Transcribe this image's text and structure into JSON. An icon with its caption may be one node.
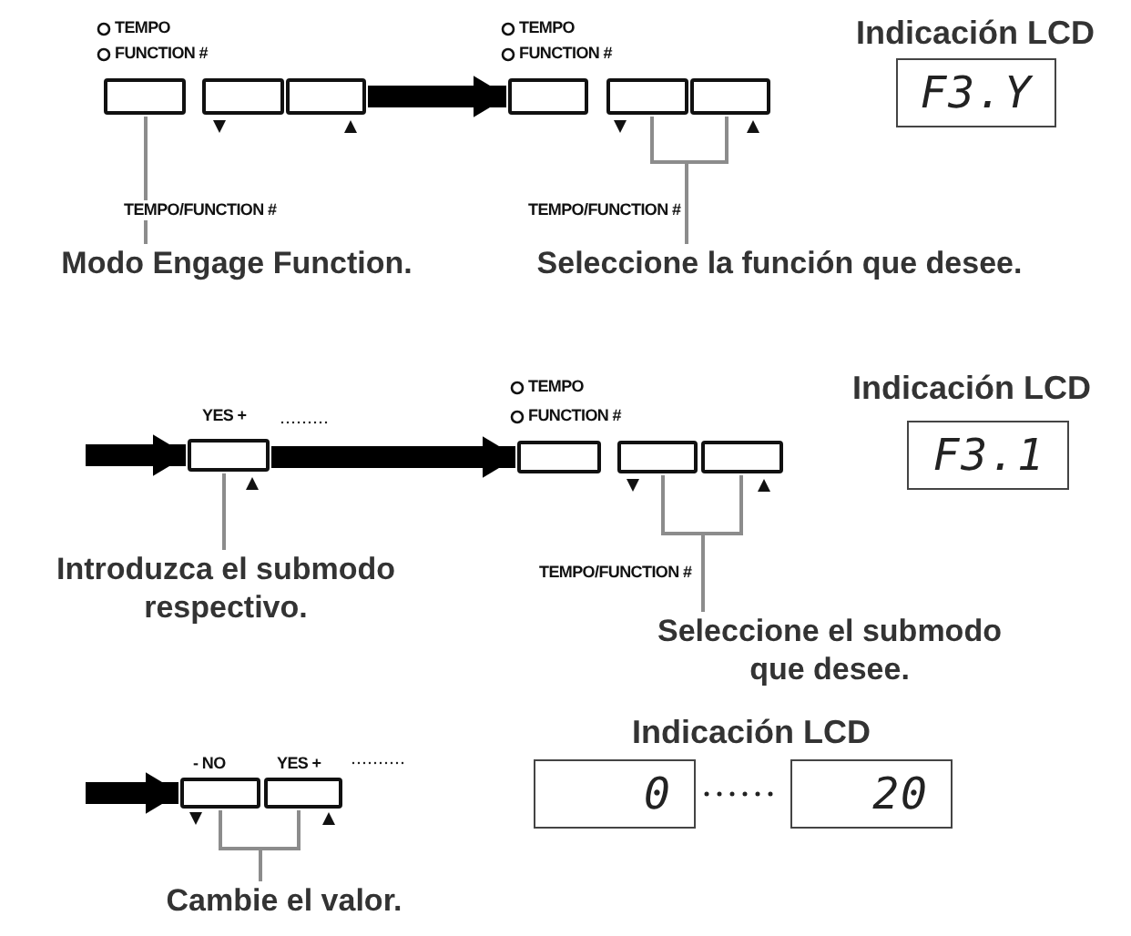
{
  "diagram": {
    "nodes": [
      {
        "text": [],
        "shape": "box"
      },
      {
        "text": [],
        "shape": "box"
      },
      {
        "text": [],
        "shape": "box"
      },
      {
        "text": [],
        "shape": "box"
      },
      {
        "text": [],
        "shape": "box"
      },
      {
        "text": [],
        "shape": "box"
      },
      {
        "text": [
          "F3.Y"
        ]
      },
      {
        "text": [
          "Modo Engage Function."
        ]
      },
      {
        "text": [
          "Seleccione la función que desee."
        ]
      },
      {
        "text": [],
        "shape": "box"
      },
      {
        "text": [],
        "shape": "box"
      },
      {
        "text": [],
        "shape": "box"
      },
      {
        "text": [],
        "shape": "box"
      },
      {
        "text": [
          "F3.1"
        ]
      },
      {
        "text": [
          "Introduzca el submodo respectivo."
        ]
      },
      {
        "text": [
          "Seleccione el submodo que desee."
        ]
      },
      {
        "text": [],
        "shape": "box"
      },
      {
        "text": [],
        "shape": "box"
      },
      {
        "text": [
          "0"
        ]
      },
      {
        "text": [
          "20"
        ]
      },
      {
        "text": [
          "Cambie el valor."
        ]
      }
    ],
    "edges": [
      {
        "from": 2,
        "to": 3,
        "arrow": "to",
        "style": "thick",
        "color": "#000000"
      },
      {
        "from": 7,
        "to": 0,
        "arrow": "none"
      },
      {
        "from": 8,
        "to": 4,
        "arrow": "none"
      },
      {
        "from": 8,
        "to": 5,
        "arrow": "none"
      },
      {
        "from": null,
        "to": 9,
        "arrow": "to",
        "style": "thick",
        "color": "#000000"
      },
      {
        "from": 9,
        "to": 10,
        "arrow": "to",
        "style": "thick",
        "color": "#000000"
      },
      {
        "from": 14,
        "to": 9,
        "arrow": "none"
      },
      {
        "from": 15,
        "to": 11,
        "arrow": "none"
      },
      {
        "from": 15,
        "to": 12,
        "arrow": "none"
      },
      {
        "from": null,
        "to": 16,
        "arrow": "to",
        "style": "thick",
        "color": "#000000"
      },
      {
        "from": 20,
        "to": 16,
        "arrow": "none"
      },
      {
        "from": 20,
        "to": 17,
        "arrow": "none"
      },
      {
        "from": 18,
        "to": 19,
        "arrow": "none",
        "style": "dashed",
        "color": "#222222"
      }
    ],
    "labels": [
      "TEMPO",
      "FUNCTION #",
      "TEMPO",
      "FUNCTION #",
      "Indicación LCD",
      "TEMPO/FUNCTION #",
      "TEMPO/FUNCTION #",
      "TEMPO",
      "YES +",
      "FUNCTION #",
      "Indicación LCD",
      "TEMPO/FUNCTION #",
      "Indicación LCD",
      "- NO",
      "YES +"
    ]
  }
}
